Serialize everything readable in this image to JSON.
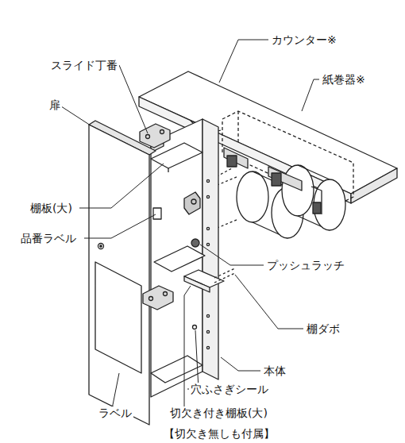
{
  "diagram": {
    "labels": [
      "カウンター※",
      "スライド丁番",
      "紙巻器※",
      "扉",
      "棚板(大)",
      "品番ラベル",
      "プッシュラッチ",
      "棚ダボ",
      "本体",
      "穴ふさぎシール",
      "ラベル",
      "切欠き付き棚板(大)",
      "【切欠き無しも付属】"
    ]
  }
}
